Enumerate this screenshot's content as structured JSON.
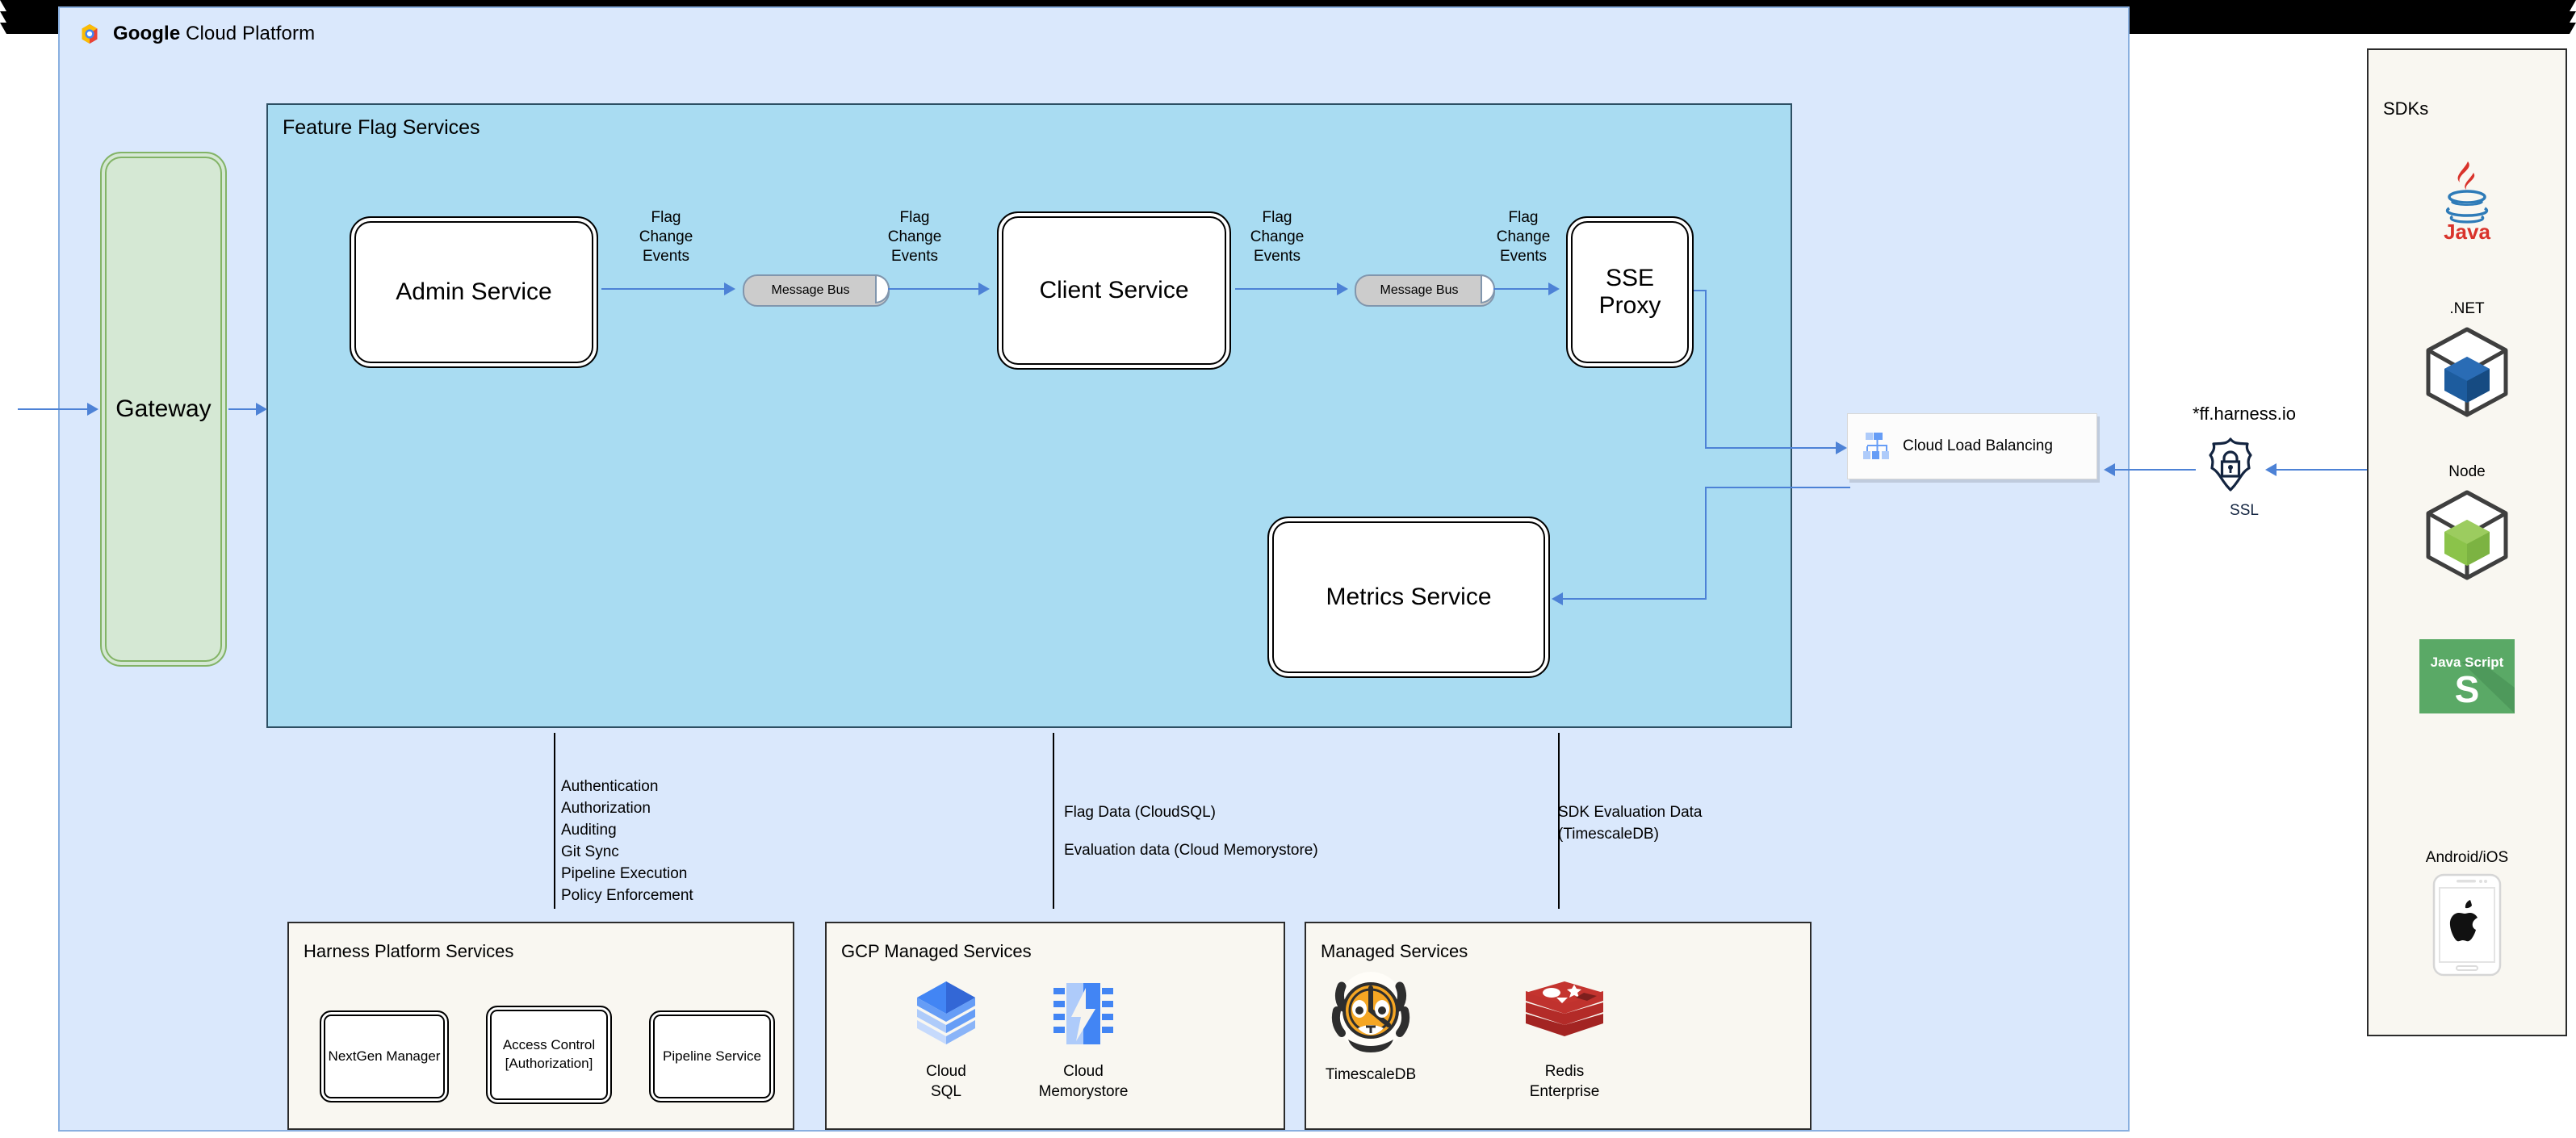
{
  "gcp": {
    "title_bold": "Google",
    "title_rest": " Cloud Platform",
    "logo_icon": "google-cloud-logo"
  },
  "feature_flag_services": {
    "title": "Feature Flag Services",
    "services": {
      "admin": "Admin Service",
      "client": "Client Service",
      "sse": "SSE\nProxy",
      "sse_line1": "SSE",
      "sse_line2": "Proxy",
      "metrics": "Metrics Service"
    },
    "message_bus_1": "Message Bus",
    "message_bus_2": "Message Bus",
    "edge_labels": {
      "e1_l1": "Flag",
      "e1_l2": "Change",
      "e1_l3": "Events",
      "e2_l1": "Flag",
      "e2_l2": "Change",
      "e2_l3": "Events",
      "e3_l1": "Flag",
      "e3_l2": "Change",
      "e3_l3": "Events",
      "e4_l1": "Flag",
      "e4_l2": "Change",
      "e4_l3": "Events"
    }
  },
  "gateway": {
    "label": "Gateway"
  },
  "load_balancer": {
    "label": "Cloud Load Balancing",
    "icon": "cloud-load-balancing-icon"
  },
  "ssl": {
    "domain": "*ff.harness.io",
    "label": "SSL",
    "icon": "ssl-shield-lock-icon"
  },
  "sdks": {
    "title": "SDKs",
    "items": [
      {
        "label": "",
        "icon": "java-logo"
      },
      {
        "label": ".NET",
        "icon": "dotnet-cube-icon"
      },
      {
        "label": "Node",
        "icon": "node-cube-icon"
      },
      {
        "label": "",
        "icon": "javascript-logo"
      },
      {
        "label": "Android/iOS",
        "icon": "mobile-phone-apple-icon"
      }
    ]
  },
  "annotations": {
    "harness_lines": [
      "Authentication",
      "Authorization",
      "Auditing",
      "Git Sync",
      "Pipeline Execution",
      "Policy Enforcement"
    ],
    "gcp_line_1": "Flag Data (CloudSQL)",
    "gcp_line_2": "Evaluation data (Cloud Memorystore)",
    "managed_line_1": "SDK Evaluation Data",
    "managed_line_2": "(TimescaleDB)"
  },
  "bottom_panels": {
    "harness": {
      "title": "Harness Platform Services",
      "services": [
        {
          "line1": "NextGen Manager",
          "line2": ""
        },
        {
          "line1": "Access Control",
          "line2": "[Authorization]"
        },
        {
          "line1": "Pipeline Service",
          "line2": ""
        }
      ]
    },
    "gcp_managed": {
      "title": "GCP Managed Services",
      "tiles": [
        {
          "line1": "Cloud",
          "line2": "SQL",
          "icon": "cloud-sql-icon"
        },
        {
          "line1": "Cloud",
          "line2": "Memorystore",
          "icon": "cloud-memorystore-icon"
        }
      ]
    },
    "managed": {
      "title": "Managed Services",
      "tiles": [
        {
          "line1": "TimescaleDB",
          "line2": "",
          "icon": "timescaledb-tiger-icon"
        },
        {
          "line1": "Redis",
          "line2": "Enterprise",
          "icon": "redis-logo-icon"
        }
      ]
    }
  },
  "colors": {
    "outer_bg": "#dae8fc",
    "inner_bg": "#a9dcf2",
    "panel_bg": "#f9f7f1",
    "gateway_bg": "#d5e8d4",
    "gateway_border": "#82b366",
    "arrow": "#4d82d6"
  }
}
